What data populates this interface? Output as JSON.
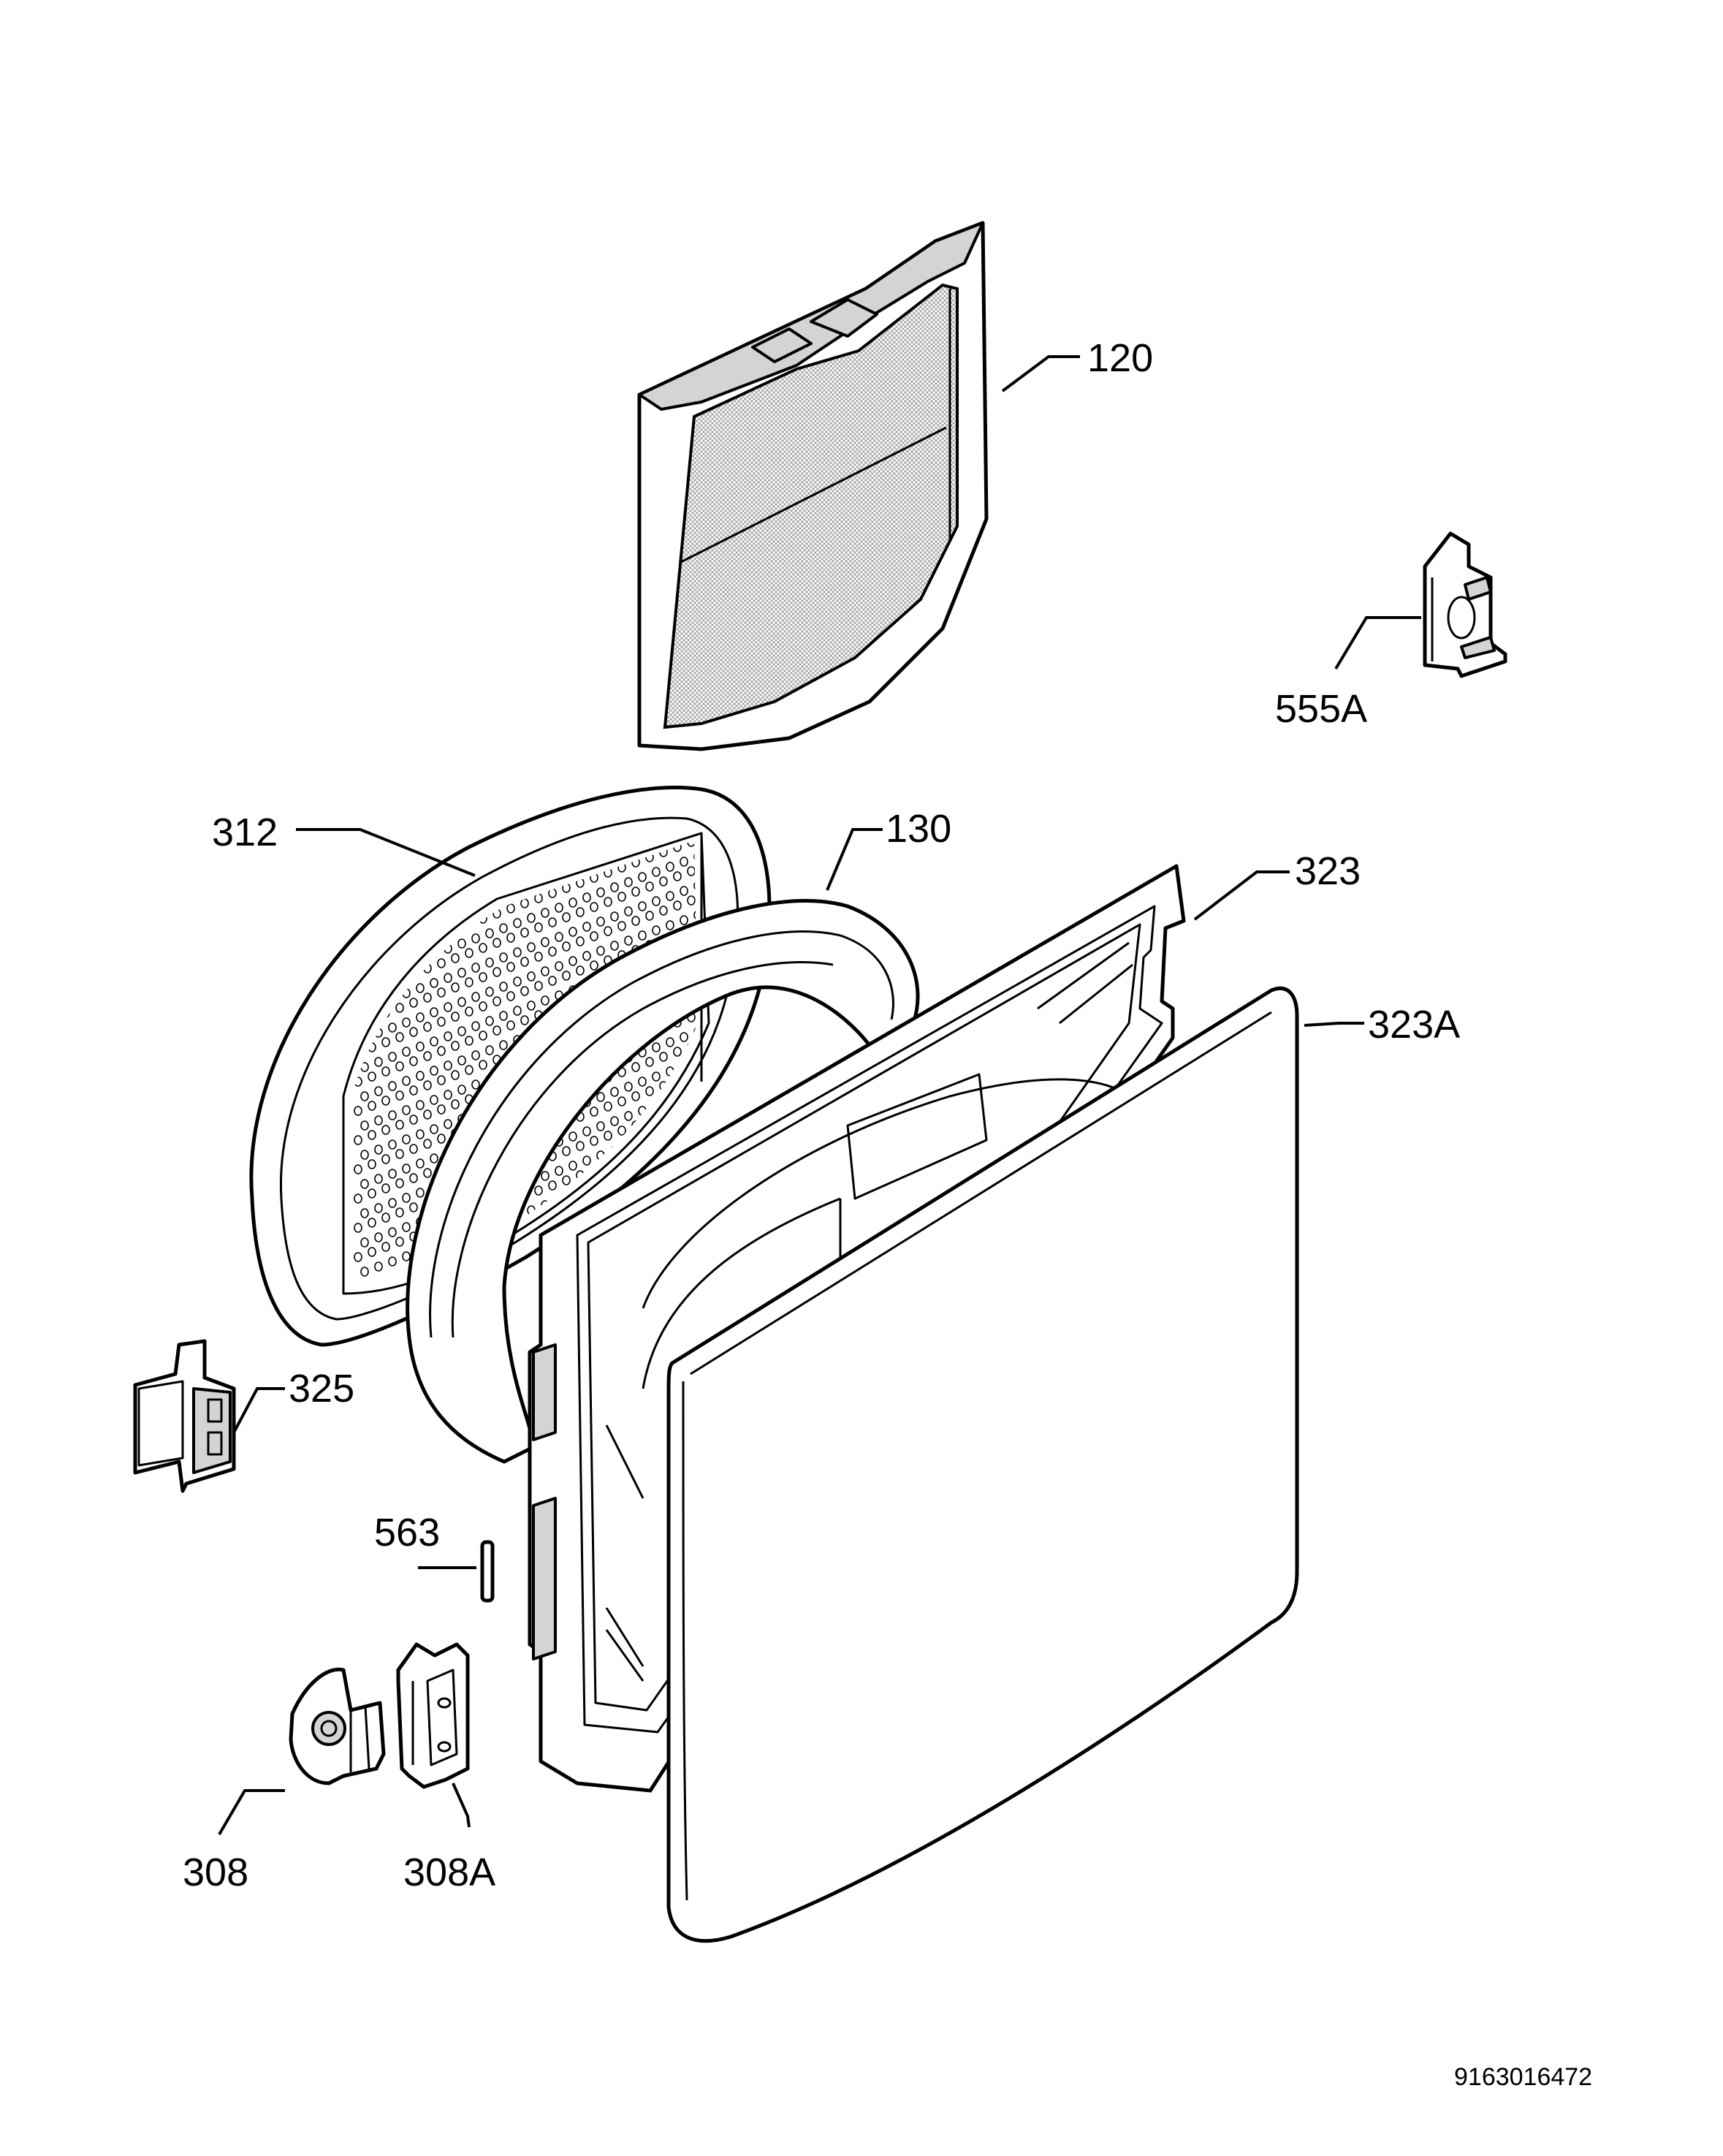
{
  "parts": [
    {
      "id": "120"
    },
    {
      "id": "555A"
    },
    {
      "id": "312"
    },
    {
      "id": "130"
    },
    {
      "id": "323"
    },
    {
      "id": "323A"
    },
    {
      "id": "325"
    },
    {
      "id": "563"
    },
    {
      "id": "308"
    },
    {
      "id": "308A"
    }
  ],
  "document_number": "9163016472"
}
